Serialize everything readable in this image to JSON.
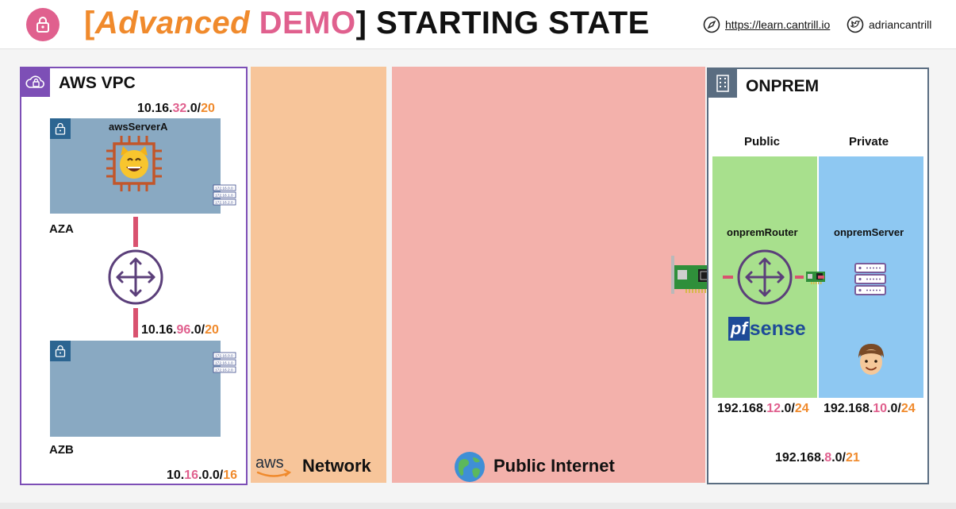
{
  "header": {
    "title_bracket_open": "[",
    "title_advanced": "Advanced",
    "title_demo": " DEMO",
    "title_bracket_close": "]",
    "title_rest": " STARTING STATE",
    "link_url": "https://learn.cantrill.io",
    "twitter_handle": "adriancantrill"
  },
  "vpc": {
    "title": "AWS VPC",
    "cidr": {
      "p1": "10.",
      "p2": "16",
      "p3": ".0.0/",
      "p4": "16"
    },
    "subnet_a": {
      "label": "AZA",
      "server_name": "awsServerA",
      "cidr": {
        "p1": "10.16.",
        "p2": "32",
        "p3": ".0/",
        "p4": "20"
      },
      "route_table_rows": [
        "172.16.0.0",
        "172.16.1.0",
        "172.16.2.0"
      ]
    },
    "subnet_b": {
      "label": "AZB",
      "cidr": {
        "p1": "10.16.",
        "p2": "96",
        "p3": ".0/",
        "p4": "20"
      },
      "route_table_rows": [
        "172.16.0.0",
        "172.16.1.0",
        "172.16.2.0"
      ]
    }
  },
  "aws_network": {
    "logo_text": "aws",
    "label": "Network"
  },
  "public_internet": {
    "label": "Public Internet"
  },
  "onprem": {
    "title": "ONPREM",
    "public_label": "Public",
    "private_label": "Private",
    "router_name": "onpremRouter",
    "server_name": "onpremServer",
    "pfsense_pf": "pf",
    "pfsense_rest": "sense",
    "public_cidr": {
      "p1": "192.168.",
      "p2": "12",
      "p3": ".0/",
      "p4": "24"
    },
    "private_cidr": {
      "p1": "192.168.",
      "p2": "10",
      "p3": ".0/",
      "p4": "24"
    },
    "cidr": {
      "p1": "192.168.",
      "p2": "8",
      "p3": ".0/",
      "p4": "21"
    }
  },
  "colors": {
    "pink": "#e0608e",
    "orange": "#f08a2c",
    "vpc_border": "#7d4fb6",
    "aws_network_bg": "#f7c59a",
    "internet_bg": "#f3b1ab",
    "public_subnet": "#a8e08d",
    "private_subnet": "#8ec8f2"
  }
}
